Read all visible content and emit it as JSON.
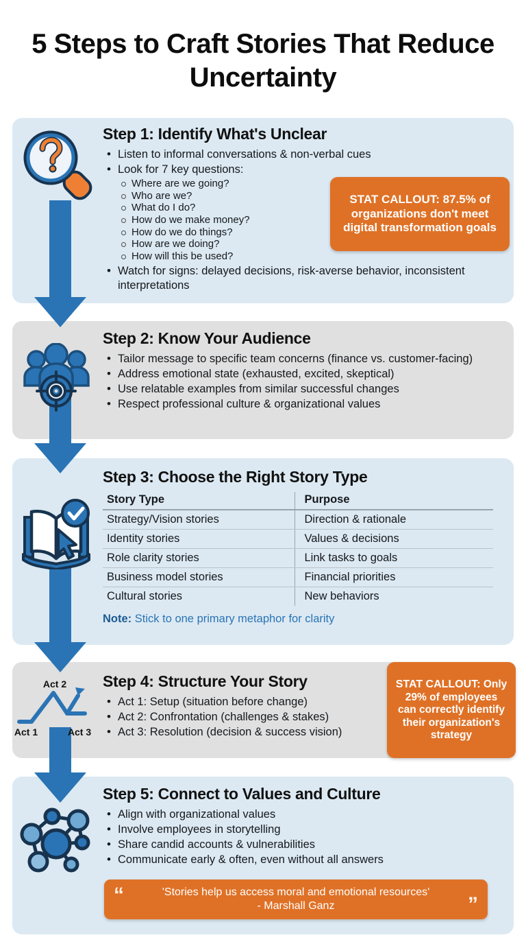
{
  "title": "5 Steps to Craft Stories That Reduce Uncertainty",
  "colors": {
    "panel_blue": "#dce9f2",
    "panel_grey": "#e0e0e0",
    "accent_blue": "#2a74b5",
    "accent_orange": "#df7126",
    "text": "#15181c"
  },
  "steps": [
    {
      "id": "step-1",
      "icon": "magnifying-glass-question-icon",
      "heading": "Step 1: Identify What's Unclear",
      "bullets": [
        "Listen to informal conversations & non-verbal cues",
        "Look for 7 key questions:",
        "Watch for signs: delayed decisions, risk-averse behavior, inconsistent interpretations"
      ],
      "sub_bullets": [
        "Where are we going?",
        "Who are we?",
        "What do I do?",
        "How do we make money?",
        "How do we do things?",
        "How are we doing?",
        "How will this be used?"
      ],
      "callout": "STAT CALLOUT: 87.5% of organizations don't meet digital transformation goals"
    },
    {
      "id": "step-2",
      "icon": "team-target-icon",
      "heading": "Step 2: Know Your Audience",
      "bullets": [
        "Tailor message to specific team concerns (finance vs. customer-facing)",
        "Address emotional state (exhausted, excited, skeptical)",
        "Use relatable examples from similar successful changes",
        "Respect professional culture & organizational values"
      ]
    },
    {
      "id": "step-3",
      "icon": "open-book-check-cursor-icon",
      "heading": "Step 3: Choose the Right Story Type",
      "table": {
        "columns": [
          "Story Type",
          "Purpose"
        ],
        "rows": [
          [
            "Strategy/Vision stories",
            "Direction & rationale"
          ],
          [
            "Identity stories",
            "Values & decisions"
          ],
          [
            "Role clarity stories",
            "Link tasks to goals"
          ],
          [
            "Business model stories",
            "Financial priorities"
          ],
          [
            "Cultural stories",
            "New behaviors"
          ]
        ]
      },
      "note_label": "Note:",
      "note_text": "Stick to one primary metaphor for clarity"
    },
    {
      "id": "step-4",
      "icon": "three-act-chart-icon",
      "icon_labels": [
        "Act 1",
        "Act 2",
        "Act 3"
      ],
      "heading": "Step 4: Structure Your Story",
      "bullets": [
        "Act 1: Setup (situation before change)",
        "Act 2: Confrontation (challenges & stakes)",
        "Act 3: Resolution (decision & success vision)"
      ],
      "callout_top": "STAT CALLOUT:",
      "callout_body": "Only 29% of employees can correctly identify their organization's strategy"
    },
    {
      "id": "step-5",
      "icon": "network-nodes-icon",
      "heading": "Step 5: Connect to Values and Culture",
      "bullets": [
        "Align with organizational values",
        "Involve employees in storytelling",
        "Share candid accounts & vulnerabilities",
        "Communicate early & often, even without all answers"
      ]
    }
  ],
  "quote": {
    "text": "'Stories help us access moral and emotional resources'",
    "attribution": "- Marshall Ganz",
    "open_mark": "“",
    "close_mark": "”"
  }
}
